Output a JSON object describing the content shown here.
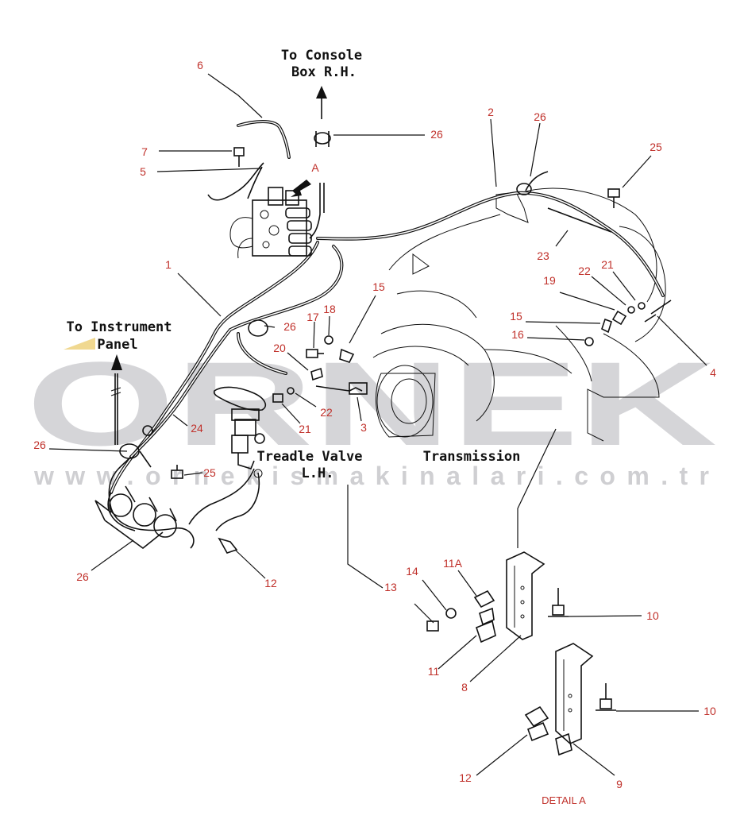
{
  "watermark": {
    "brand": "ORNEK",
    "url": "www.ornekismakinalari.com.tr"
  },
  "captions": {
    "console": [
      "To Console",
      "Box R.H."
    ],
    "instrument": [
      "To Instrument",
      "Panel"
    ],
    "treadle": [
      "Treadle Valve",
      "L.H."
    ],
    "transmission": "Transmission",
    "point_a": "A",
    "detail": "DETAIL A"
  },
  "callouts": [
    "6",
    "7",
    "5",
    "26",
    "2",
    "26",
    "25",
    "1",
    "23",
    "22",
    "21",
    "19",
    "15",
    "16",
    "4",
    "15",
    "17",
    "18",
    "26",
    "20",
    "22",
    "21",
    "3",
    "24",
    "26",
    "25",
    "12",
    "26",
    "13",
    "14",
    "11A",
    "11",
    "8",
    "10",
    "10",
    "12",
    "9"
  ],
  "colors": {
    "callout": "#c0302a",
    "linework": "#111111",
    "watermark": "#d5d5d8",
    "accent": "#f0d890"
  }
}
